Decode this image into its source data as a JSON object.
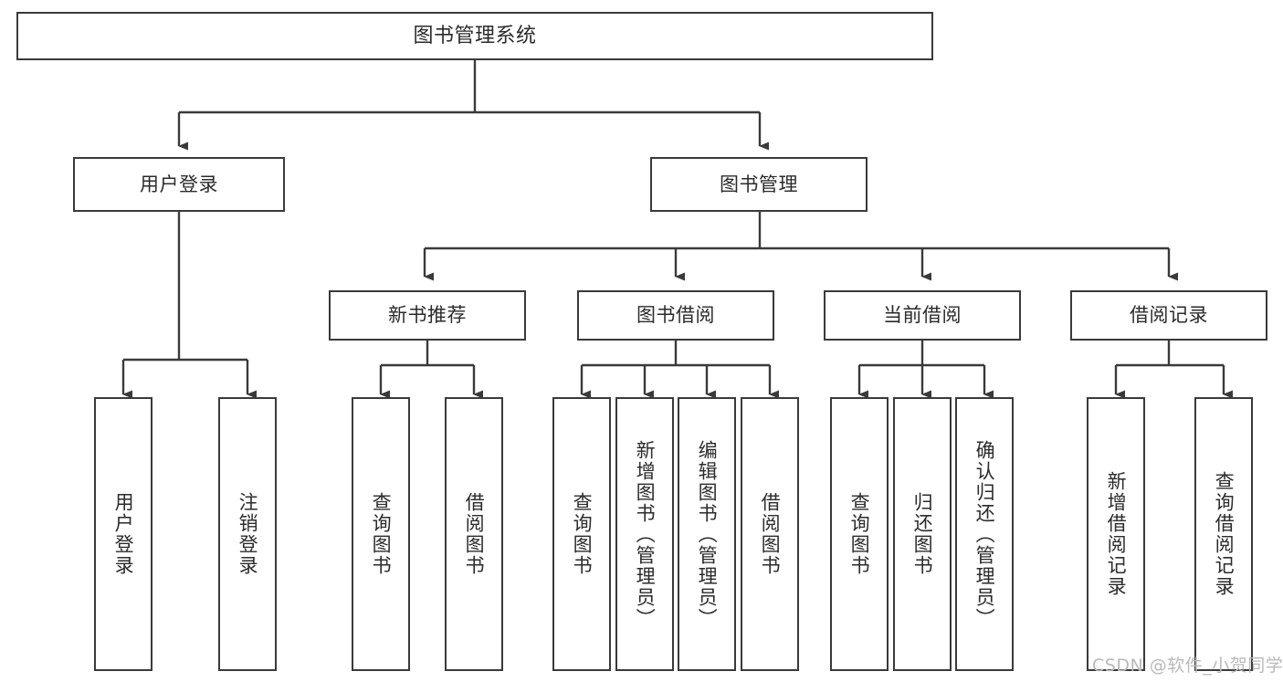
{
  "diagram": {
    "title": "图书管理系统",
    "type": "功能结构图",
    "orientation": "top-down-tree",
    "colors": {
      "background": "#ffffff",
      "node_fill": "#ffffff",
      "node_border": "#3a3a3a",
      "edge": "#3a3a3a",
      "text": "#2b2b2b",
      "watermark": "#b9b9b9"
    }
  },
  "nodes": {
    "root": {
      "label": "图书管理系统"
    },
    "level2": [
      {
        "id": "user-login",
        "label": "用户登录"
      },
      {
        "id": "book-management",
        "label": "图书管理"
      }
    ],
    "level3": [
      {
        "id": "new-book-recommend",
        "label": "新书推荐"
      },
      {
        "id": "book-borrow",
        "label": "图书借阅"
      },
      {
        "id": "current-borrow",
        "label": "当前借阅"
      },
      {
        "id": "borrow-record",
        "label": "借阅记录"
      }
    ],
    "leaves": {
      "user_login": [
        {
          "id": "leaf-user-login",
          "label": "用户登录"
        },
        {
          "id": "leaf-user-logout",
          "label": "注销登录"
        }
      ],
      "new_book_recommend": [
        {
          "id": "leaf-query-book-1",
          "label": "查询图书"
        },
        {
          "id": "leaf-borrow-book-1",
          "label": "借阅图书"
        }
      ],
      "book_borrow": [
        {
          "id": "leaf-query-book-2",
          "label": "查询图书"
        },
        {
          "id": "leaf-add-book",
          "label": "新增图书（管理员）"
        },
        {
          "id": "leaf-edit-book",
          "label": "编辑图书（管理员）"
        },
        {
          "id": "leaf-borrow-book-2",
          "label": "借阅图书"
        }
      ],
      "current_borrow": [
        {
          "id": "leaf-query-book-3",
          "label": "查询图书"
        },
        {
          "id": "leaf-return-book",
          "label": "归还图书"
        },
        {
          "id": "leaf-confirm-return",
          "label": "确认归还（管理员）"
        }
      ],
      "borrow_record": [
        {
          "id": "leaf-add-record",
          "label": "新增借阅记录"
        },
        {
          "id": "leaf-query-record",
          "label": "查询借阅记录"
        }
      ]
    }
  },
  "edges": [
    {
      "from": "图书管理系统",
      "to": "用户登录"
    },
    {
      "from": "图书管理系统",
      "to": "图书管理"
    },
    {
      "from": "用户登录",
      "to": "用户登录"
    },
    {
      "from": "用户登录",
      "to": "注销登录"
    },
    {
      "from": "图书管理",
      "to": "新书推荐"
    },
    {
      "from": "图书管理",
      "to": "图书借阅"
    },
    {
      "from": "图书管理",
      "to": "当前借阅"
    },
    {
      "from": "图书管理",
      "to": "借阅记录"
    },
    {
      "from": "新书推荐",
      "to": "查询图书"
    },
    {
      "from": "新书推荐",
      "to": "借阅图书"
    },
    {
      "from": "图书借阅",
      "to": "查询图书"
    },
    {
      "from": "图书借阅",
      "to": "新增图书（管理员）"
    },
    {
      "from": "图书借阅",
      "to": "编辑图书（管理员）"
    },
    {
      "from": "图书借阅",
      "to": "借阅图书"
    },
    {
      "from": "当前借阅",
      "to": "查询图书"
    },
    {
      "from": "当前借阅",
      "to": "归还图书"
    },
    {
      "from": "当前借阅",
      "to": "确认归还（管理员）"
    },
    {
      "from": "借阅记录",
      "to": "新增借阅记录"
    },
    {
      "from": "借阅记录",
      "to": "查询借阅记录"
    }
  ],
  "watermark": {
    "text": "CSDN @软件_小贺同学"
  }
}
